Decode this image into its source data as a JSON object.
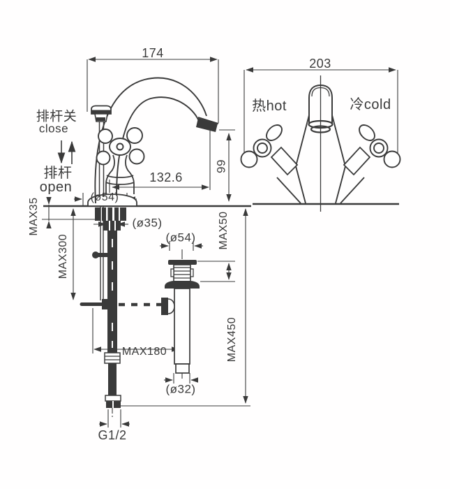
{
  "drawing_type": "faucet installation dimension drawing",
  "colors": {
    "line": "#3a3a3a",
    "background": "#ffffff"
  },
  "labels": {
    "side_view": {
      "overall_width": "174",
      "spout_reach": "132.6",
      "spout_height": "99",
      "base_diameter": "(ø54)",
      "shank_diameter": "(ø35)",
      "deck_thickness_max": "MAX35",
      "rod_drop_max": "MAX300",
      "rod_reach_max": "MAX180",
      "inlet_thread": "G1/2",
      "lift_rod_close_zh": "排杆关",
      "lift_rod_close_en": "close",
      "lift_rod_open_zh": "排杆",
      "lift_rod_open_en": "open"
    },
    "front_view": {
      "overall_width": "203",
      "hot": "热hot",
      "cold": "冷cold"
    },
    "drain": {
      "flange_diameter": "(ø54)",
      "clamp_range_max": "MAX50",
      "tail_pipe_diameter": "(ø32)",
      "overall_height_max": "MAX450"
    }
  }
}
